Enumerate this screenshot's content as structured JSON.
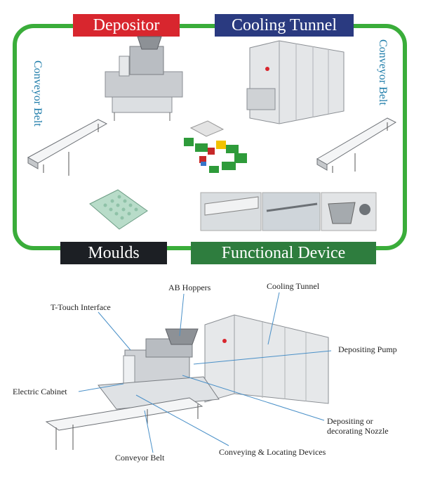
{
  "loop_labels": {
    "depositor": "Depositor",
    "cooling_tunnel": "Cooling Tunnel",
    "moulds": "Moulds",
    "functional_device": "Functional Device",
    "conveyor_left": "Conveyor Belt",
    "conveyor_right": "Conveyor Belt"
  },
  "callouts": {
    "ab_hoppers": "AB Hoppers",
    "cooling_tunnel": "Cooling Tunnel",
    "t_touch": "T-Touch Interface",
    "depositing_pump": "Depositing Pump",
    "electric_cabinet": "Electric Cabinet",
    "nozzle_line1": "Depositing or",
    "nozzle_line2": "decorating Nozzle",
    "conveyor_belt": "Conveyor Belt",
    "conveying_devices": "Conveying & Locating Devices"
  },
  "colors": {
    "loop_green": "#3aad3a",
    "depositor_red": "#d8262e",
    "tunnel_navy": "#2a3a80",
    "moulds_black": "#1c1f24",
    "device_green": "#2e7d3e",
    "vertical_text": "#1a7aa8"
  }
}
